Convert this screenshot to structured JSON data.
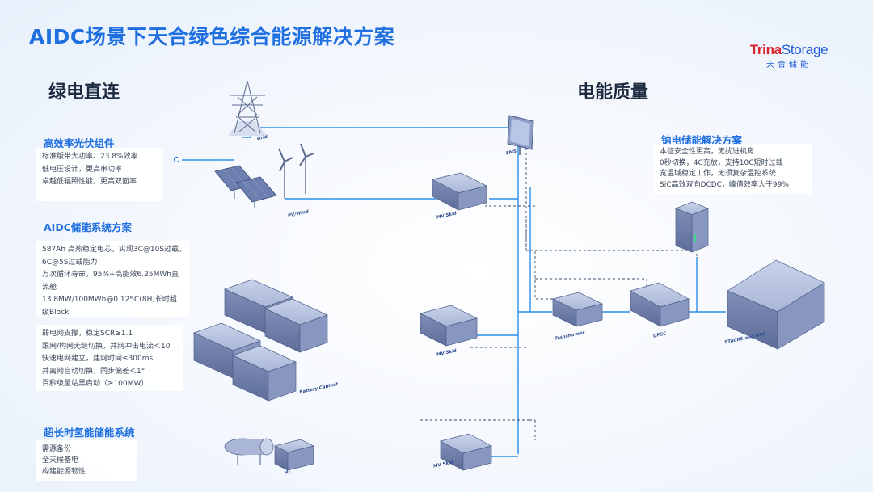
{
  "title": "AIDC场景下天合绿色综合能源解决方案",
  "logo": {
    "brand_a": "Trina",
    "brand_b": "Storage",
    "cn": "天合储能"
  },
  "sections": {
    "left": "绿电直连",
    "right": "电能质量"
  },
  "pv": {
    "title": "高效率光伏组件",
    "items": [
      "标准版带大功率、23.8%效率",
      "低电压设计，更高串功率",
      "卓越低辐照性能，更高双面率"
    ]
  },
  "aidc_storage": {
    "title": "AIDC储能系统方案",
    "items": [
      "587Ah 高热稳定电芯，实现3C@10S过载，",
      "6C@5S过载能力",
      "万次循环寿命，95%+高能效6.25MWh直",
      "流舱",
      "13.8MW/100MWh@0.125C(8H)长时超",
      "级Block"
    ],
    "grid_items": [
      "弱电网支撑，稳定SCR≥1.1",
      "跟网/构网无缝切换，并网冲击电流＜10",
      "快速电网建立，建网时间≤300ms",
      "并离网自动切换，同步偏差＜1°",
      "百秒级量站黑启动（≥100MW）"
    ]
  },
  "hydrogen": {
    "title": "超长时氢能储能系统",
    "items": [
      "需源备份",
      "全天候备电",
      "构建能源韧性"
    ]
  },
  "sodium": {
    "title": "钠电储能解决方案",
    "items": [
      "本征安全性更高，无扰进机房",
      "0秒切换，4C充放，支持10C短时过载",
      "宽温域稳定工作，无须复杂温控系统",
      "SiC高效双向DCDC，峰值效率大于99%"
    ]
  },
  "equipment_labels": {
    "grid": "Grid",
    "ems": "EMS",
    "pv_wind": "PV/Wind",
    "mv_skid_top": "MV Skid",
    "mv_skid_mid": "MV Skid",
    "mv_skid_bottom": "MV Skid",
    "battery_cabinet": "Battery Cabinet",
    "transformer": "Transformer",
    "upsc": "UPSC",
    "server": "STACKS and DDC",
    "h2": "H₂"
  },
  "colors": {
    "accent": "#1f6fe0",
    "line": "#2c8fe8",
    "dashed": "#3b4a66"
  }
}
